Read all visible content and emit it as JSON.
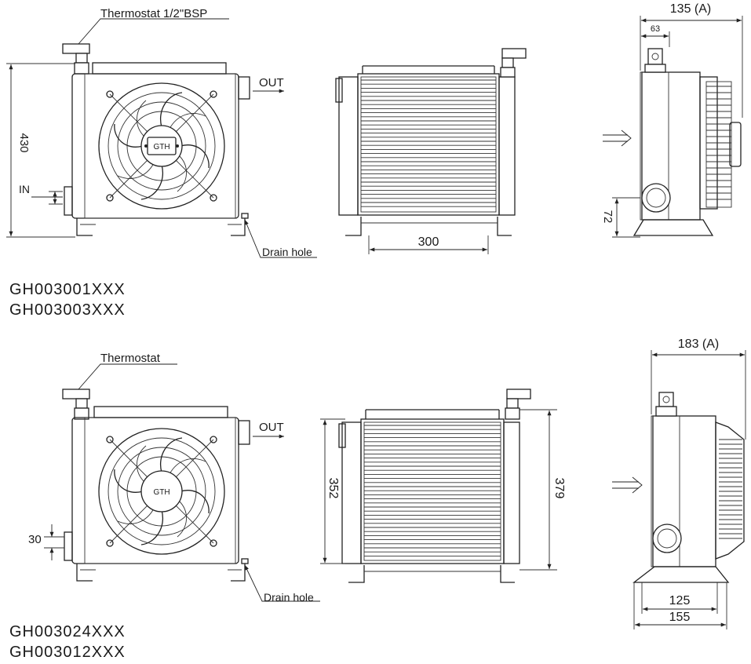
{
  "top_unit": {
    "thermostat_label": "Thermostat 1/2\"BSP",
    "out_label": "OUT",
    "in_label": "IN",
    "drain_label": "Drain hole",
    "fan_badge": "GTH",
    "height_dim": "430",
    "width_dim": "300",
    "depth_dim": "135 (A)",
    "offset_dim": "63",
    "port_height_dim": "72",
    "models": [
      "GH003001XXX",
      "GH003003XXX"
    ]
  },
  "bottom_unit": {
    "thermostat_label": "Thermostat",
    "out_label": "OUT",
    "drain_label": "Drain hole",
    "fan_badge": "GTH",
    "port_offset_dim": "30",
    "core_height_dim": "352",
    "overall_height_dim": "379",
    "depth_dim": "183 (A)",
    "foot_inner_dim": "125",
    "foot_outer_dim": "155",
    "models": [
      "GH003024XXX",
      "GH003012XXX"
    ]
  }
}
